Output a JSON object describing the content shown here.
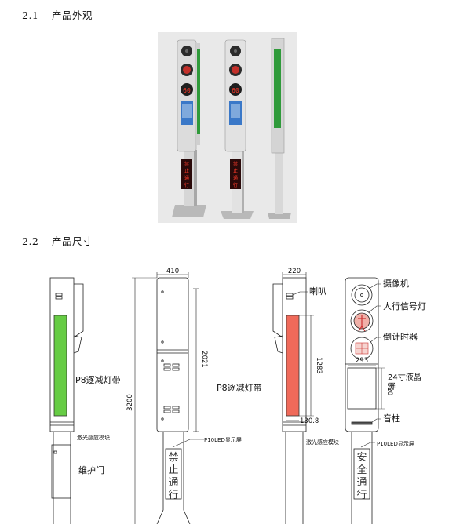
{
  "sections": [
    {
      "number": "2.1",
      "title": "产品外观"
    },
    {
      "number": "2.2",
      "title": "产品尺寸"
    }
  ],
  "photo": {
    "countdown": "60",
    "sign_text": [
      "禁",
      "止",
      "通",
      "行"
    ]
  },
  "drawing": {
    "dims": {
      "width_410": "410",
      "height_2021": "2021",
      "height_3200": "3200",
      "top_220": "220",
      "height_1283": "1283",
      "width_130_8": "130.8",
      "width_293": "293",
      "height_520": "520"
    },
    "labels": {
      "light_strip_left": "P8逐减灯带",
      "laser_left": "激光感应模块",
      "maint_door": "维护门",
      "led_screen_a": "P10LED显示屏",
      "speaker": "喇叭",
      "light_strip_right": "P8逐减灯带",
      "laser_right": "激光感应模块",
      "camera": "摄像机",
      "ped_light": "人行信号灯",
      "countdown": "倒计时器",
      "lcd_line1": "24寸液晶",
      "lcd_line2": "屏",
      "sound_column": "音柱",
      "led_screen_b": "P10LED显示屏"
    },
    "sign_a": [
      "禁",
      "止",
      "通",
      "行"
    ],
    "sign_b": [
      "安",
      "全",
      "通",
      "行"
    ]
  }
}
